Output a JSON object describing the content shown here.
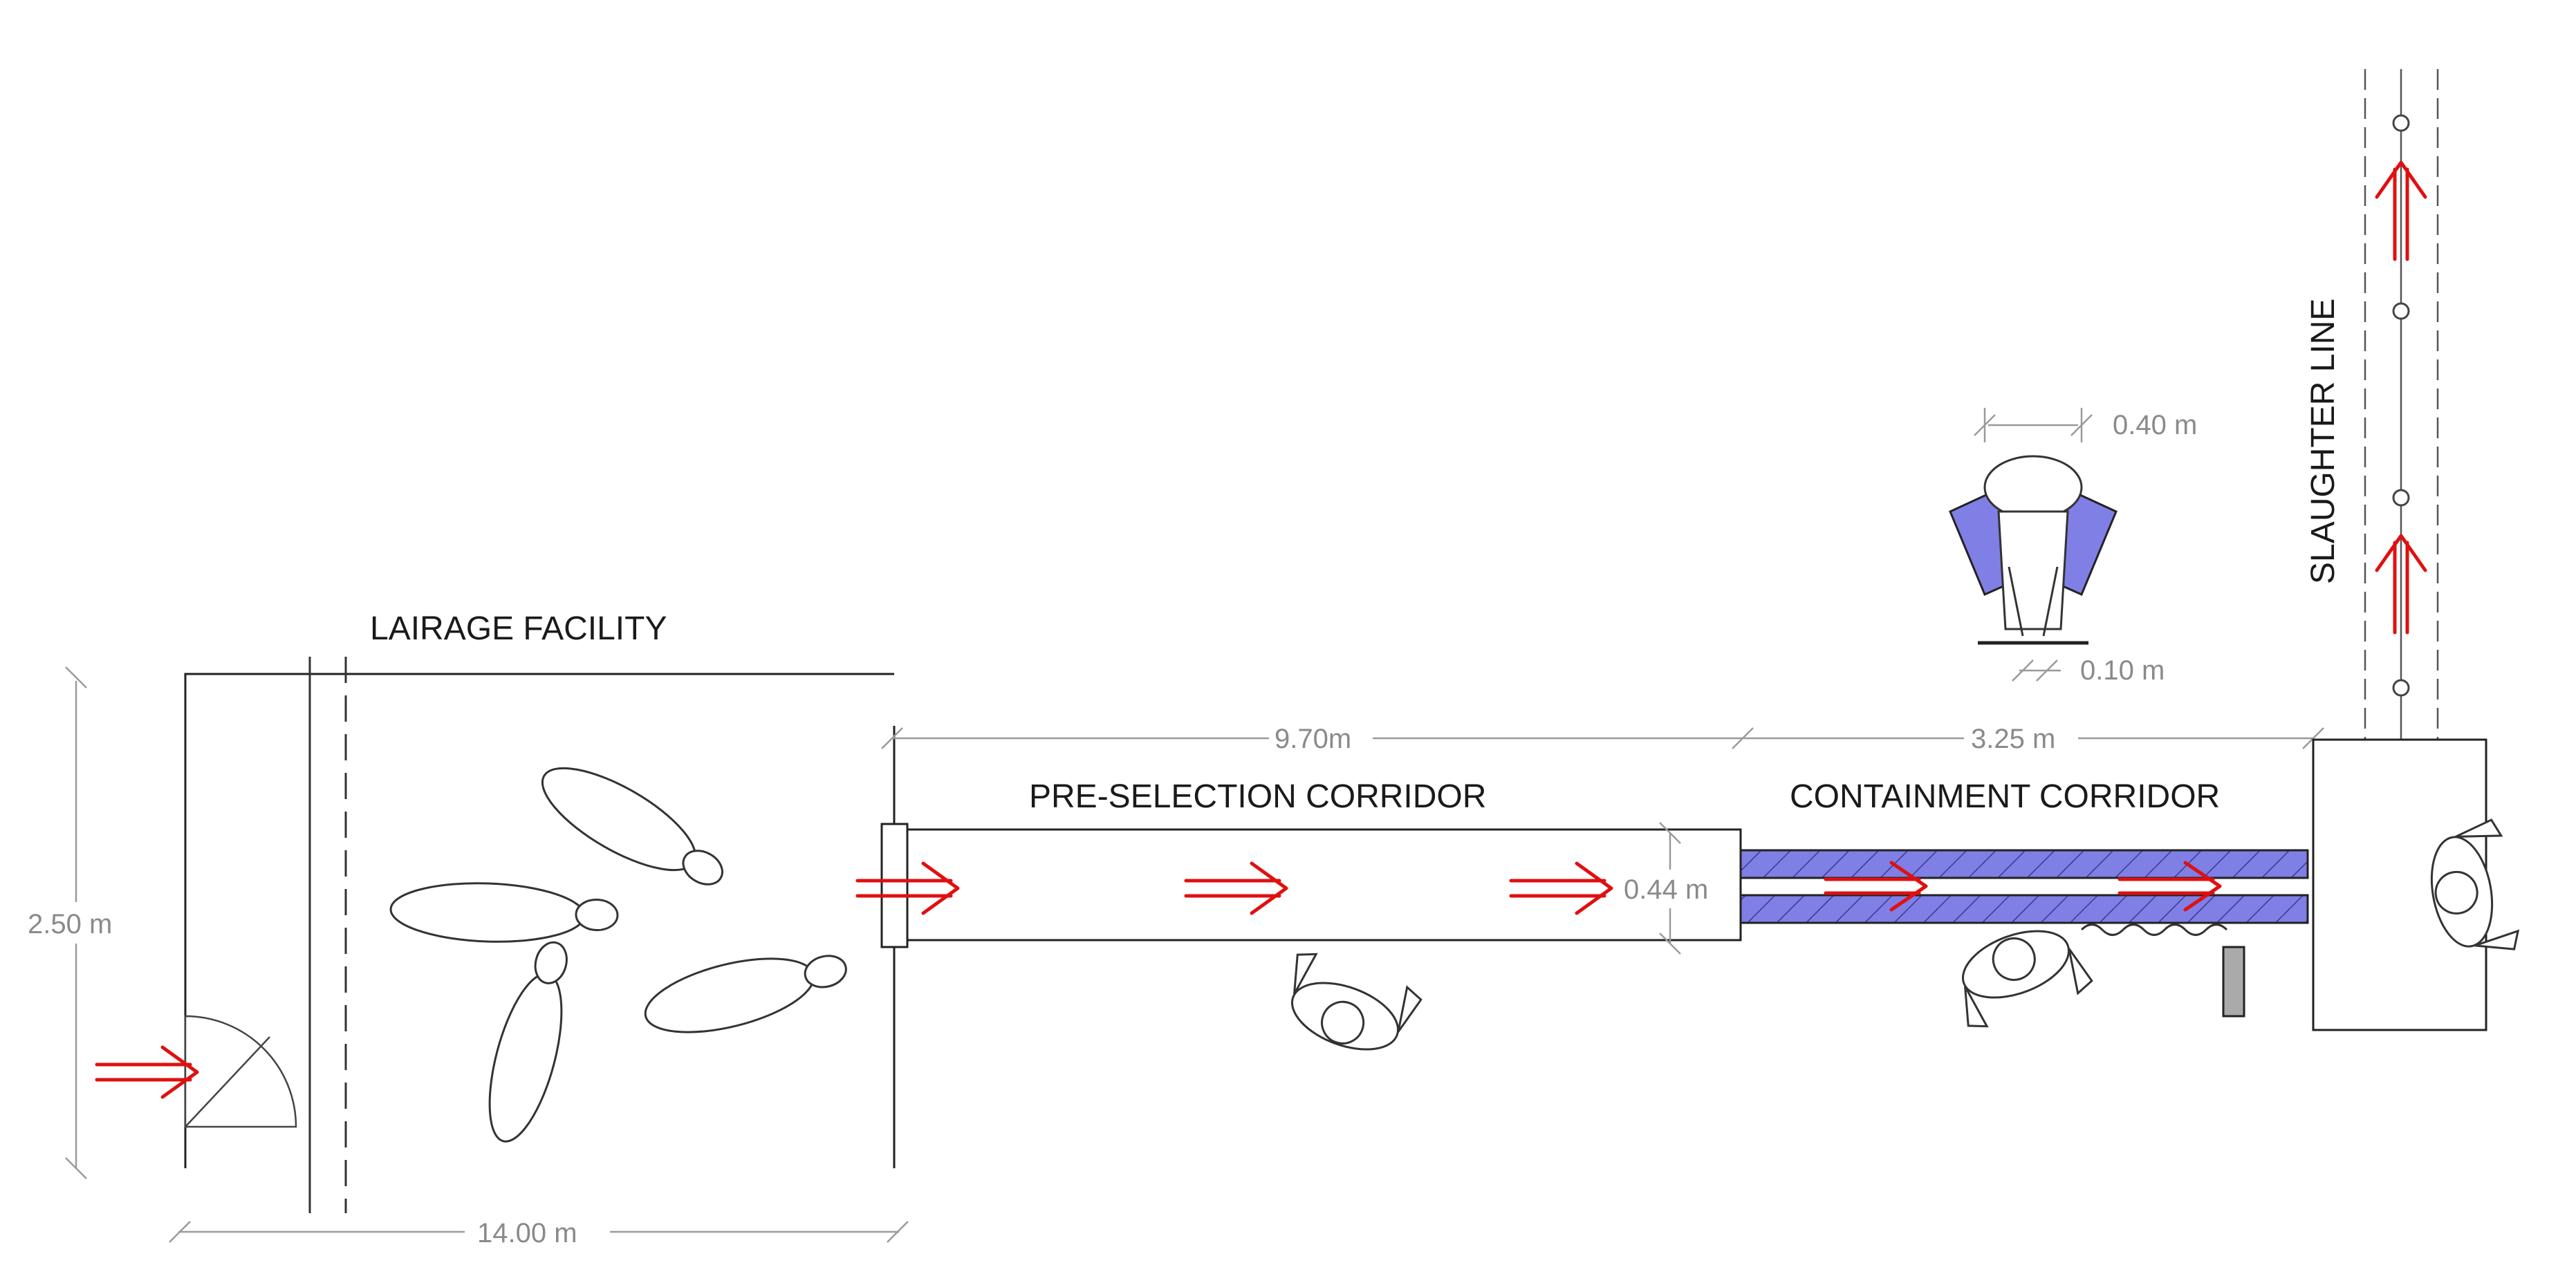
{
  "labels": {
    "lairage": "LAIRAGE FACILITY",
    "preselection": "PRE-SELECTION CORRIDOR",
    "containment": "CONTAINMENT CORRIDOR",
    "slaughter": "SLAUGHTER  LINE"
  },
  "dimensions": {
    "lairage_height": "2.50 m",
    "lairage_width": "14.00 m",
    "preselection_length": "9.70m",
    "containment_length": "3.25 m",
    "corridor_width": "0.44 m",
    "restrainer_width": "0.40 m",
    "restrainer_gap": "0.10 m"
  },
  "colors": {
    "flow_arrow": "#e01010",
    "restrainer_fill": "#7f7fe6",
    "line": "#222222",
    "dimension": "#8a8a8a"
  },
  "counts": {
    "lairage_sheep": 4
  }
}
